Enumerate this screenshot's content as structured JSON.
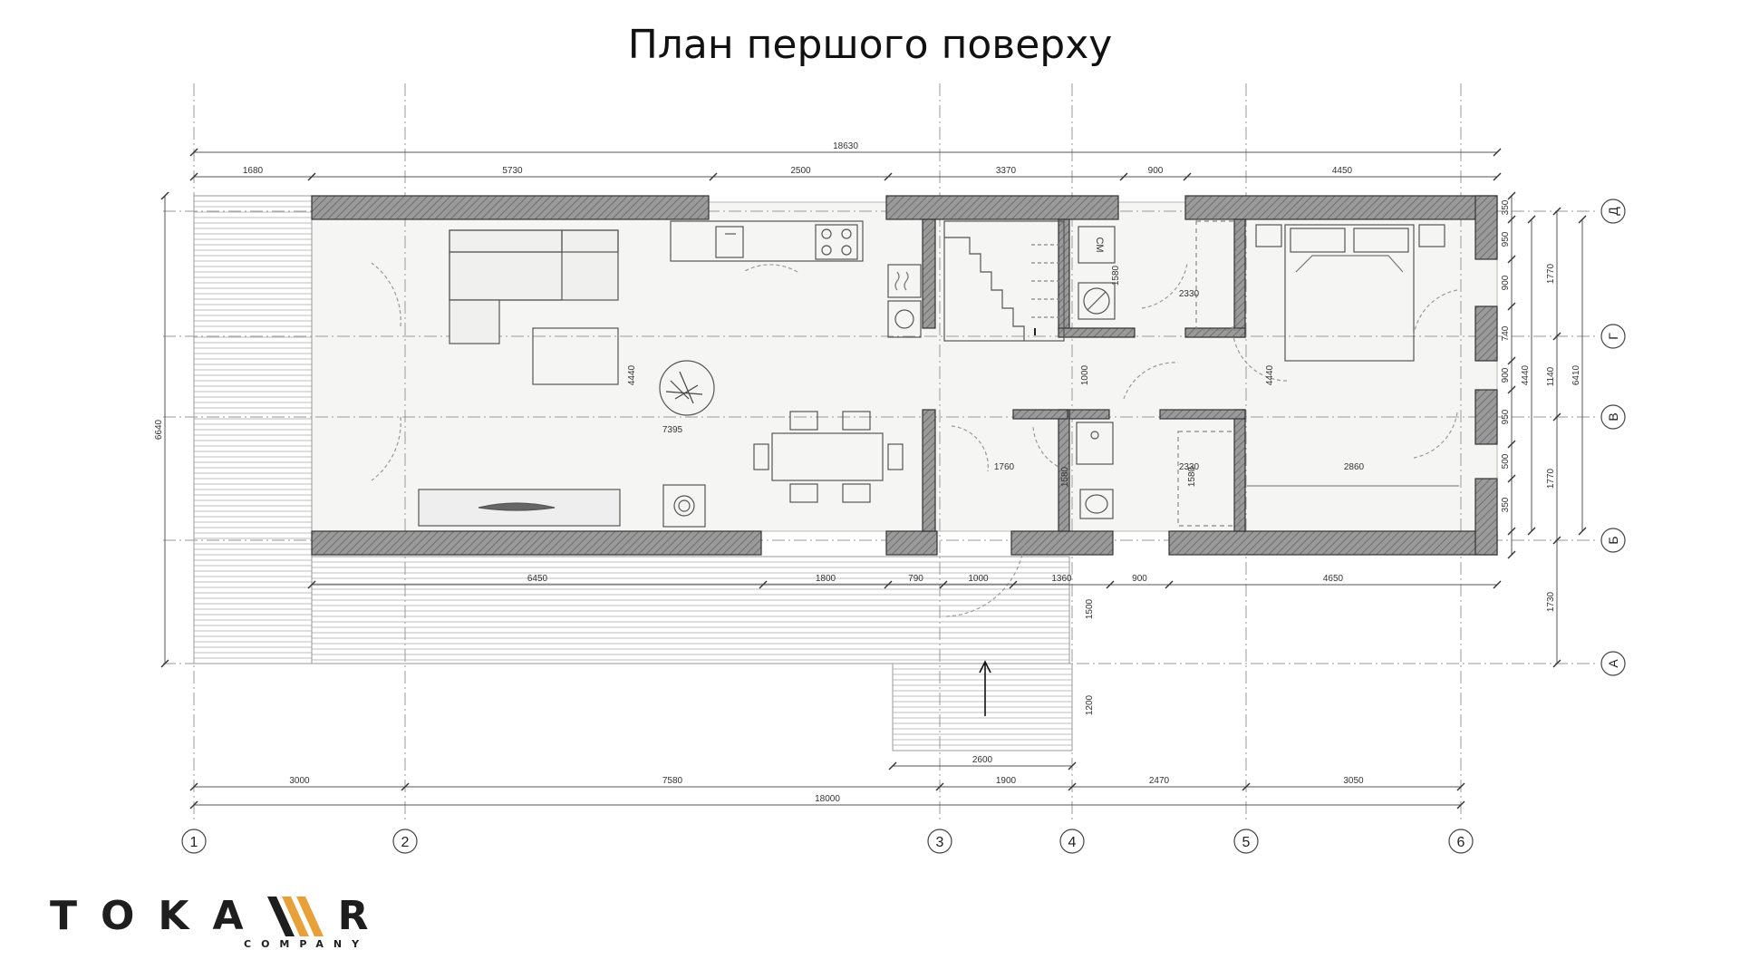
{
  "title": "План першого поверху",
  "axes": {
    "columns": [
      "1",
      "2",
      "3",
      "4",
      "5",
      "6"
    ],
    "rows": [
      "Д",
      "Г",
      "В",
      "Б",
      "А"
    ]
  },
  "dimensions": {
    "top_total": "18630",
    "top": [
      "1680",
      "5730",
      "2500",
      "3370",
      "900",
      "4450"
    ],
    "bottom_inner": [
      "6450",
      "1800",
      "790",
      "1000",
      "1360",
      "900",
      "4650"
    ],
    "bottom": [
      "3000",
      "7580",
      "1900",
      "2470",
      "3050"
    ],
    "bottom_total": "18000",
    "porch": "2600",
    "left_total": "6640",
    "right_inner": [
      "350",
      "950",
      "900",
      "740",
      "900",
      "950",
      "500",
      "350"
    ],
    "right_mid": [
      "1770",
      "1140",
      "1770",
      "1730"
    ],
    "right_total": "6410",
    "right_inner_total": "4440",
    "interior": [
      "4440",
      "7395",
      "1580",
      "2330",
      "1000",
      "1760",
      "1580",
      "2330",
      "1580",
      "4440",
      "2860",
      "1500",
      "1200"
    ]
  },
  "labels": {
    "washer": "СМ"
  },
  "logo": {
    "wordmark": "TOKA",
    "wordmark_end": "R",
    "subtitle": "COMPANY",
    "accent_color": "#e8a13a"
  },
  "colors": {
    "wall_fill": "#8c8c8c",
    "wall_stroke": "#333333",
    "deck_line": "#bcbcbc",
    "axis_line": "#9a9a9a",
    "dim_text": "#333333"
  }
}
